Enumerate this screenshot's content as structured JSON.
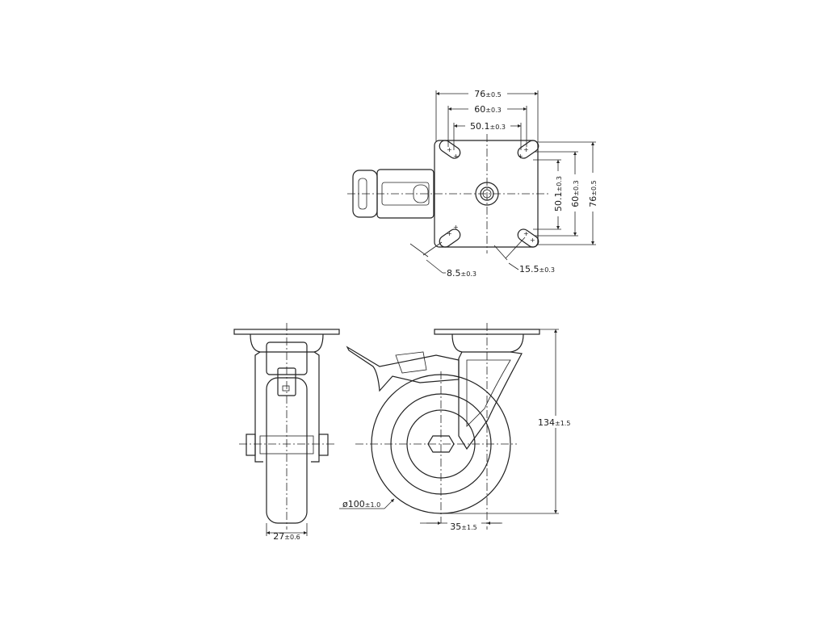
{
  "drawing": {
    "top_view": {
      "width_76": {
        "value": "76",
        "tol": "±0.5"
      },
      "width_60": {
        "value": "60",
        "tol": "±0.3"
      },
      "width_50": {
        "value": "50.1",
        "tol": "±0.3"
      },
      "height_50": {
        "value": "50.1",
        "tol": "±0.3"
      },
      "height_60": {
        "value": "60",
        "tol": "±0.3"
      },
      "height_76": {
        "value": "76",
        "tol": "±0.5"
      },
      "slot_width": {
        "value": "8.5",
        "tol": "±0.3"
      },
      "slot_length": {
        "value": "15.5",
        "tol": "±0.3"
      }
    },
    "front_view": {
      "wheel_width": {
        "value": "27",
        "tol": "±0.6"
      }
    },
    "side_view": {
      "height": {
        "value": "134",
        "tol": "±1.5"
      },
      "diameter": {
        "value": "ø100",
        "tol": "±1.0"
      },
      "offset": {
        "value": "35",
        "tol": "±1.5"
      }
    }
  }
}
